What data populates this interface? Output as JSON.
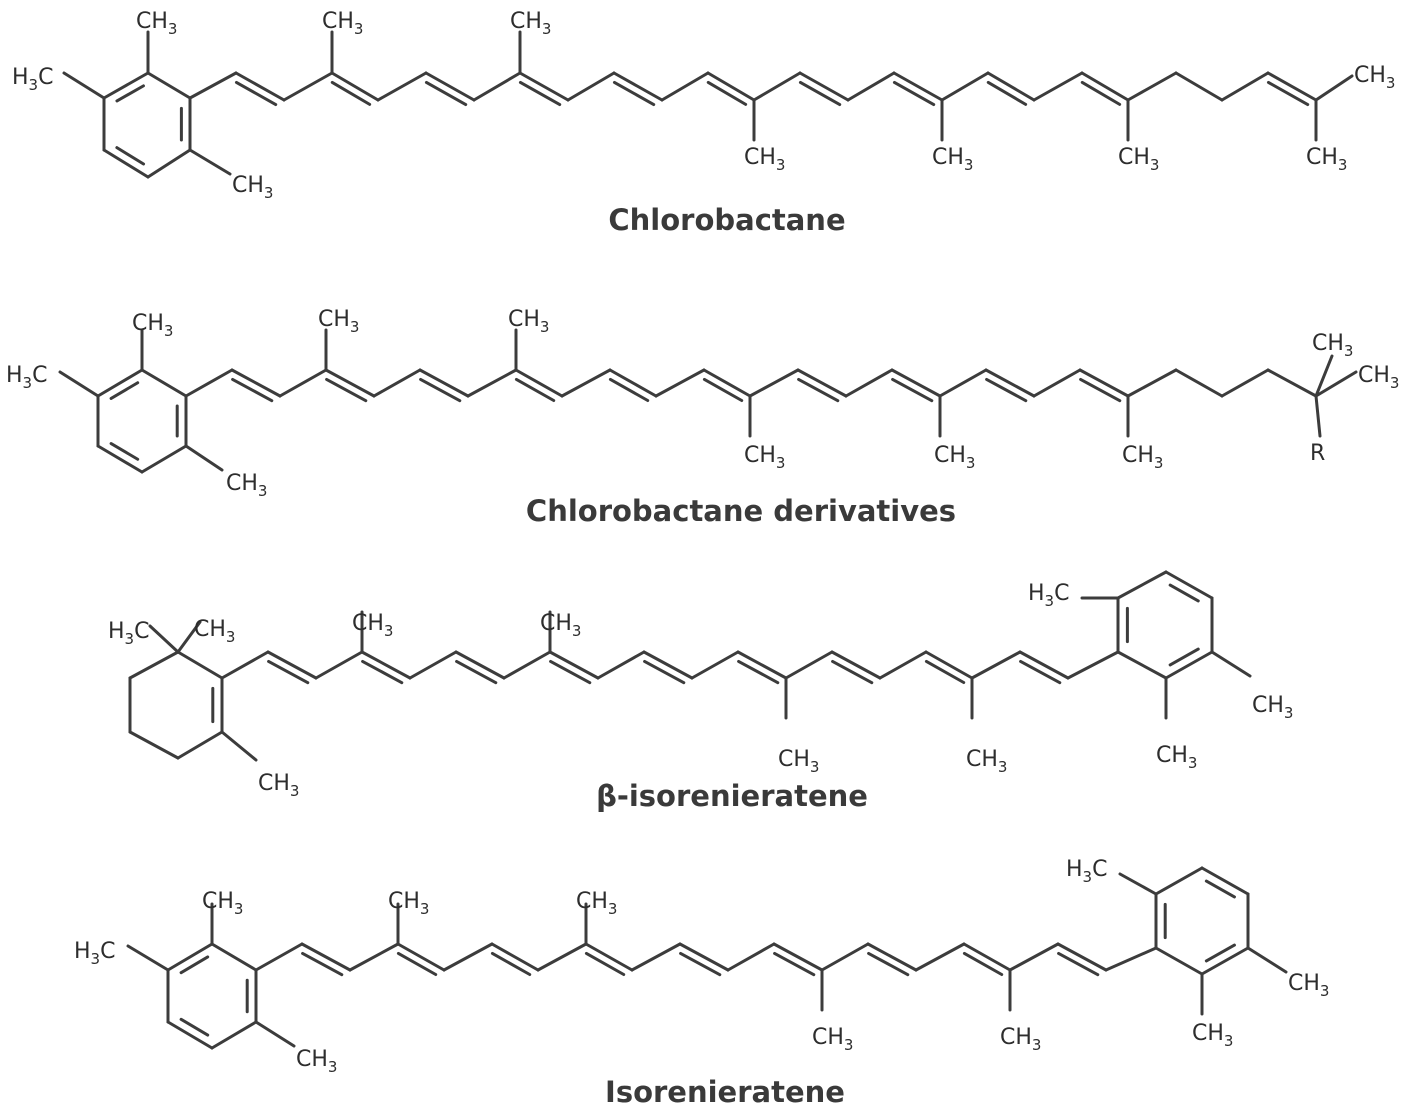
{
  "labels": {
    "ch3": "CH",
    "h3c": "H",
    "c": "C",
    "sub3": "3",
    "r": "R"
  },
  "structures": [
    {
      "name": "Chlorobactane"
    },
    {
      "name": "Chlorobactane derivatives"
    },
    {
      "name": "β-isorenieratene"
    },
    {
      "name": "Isorenieratene"
    }
  ],
  "colors": {
    "bond": "#3c3c3c",
    "text": "#2d2d2d",
    "caption": "#3a3a3a",
    "background": "#ffffff"
  }
}
